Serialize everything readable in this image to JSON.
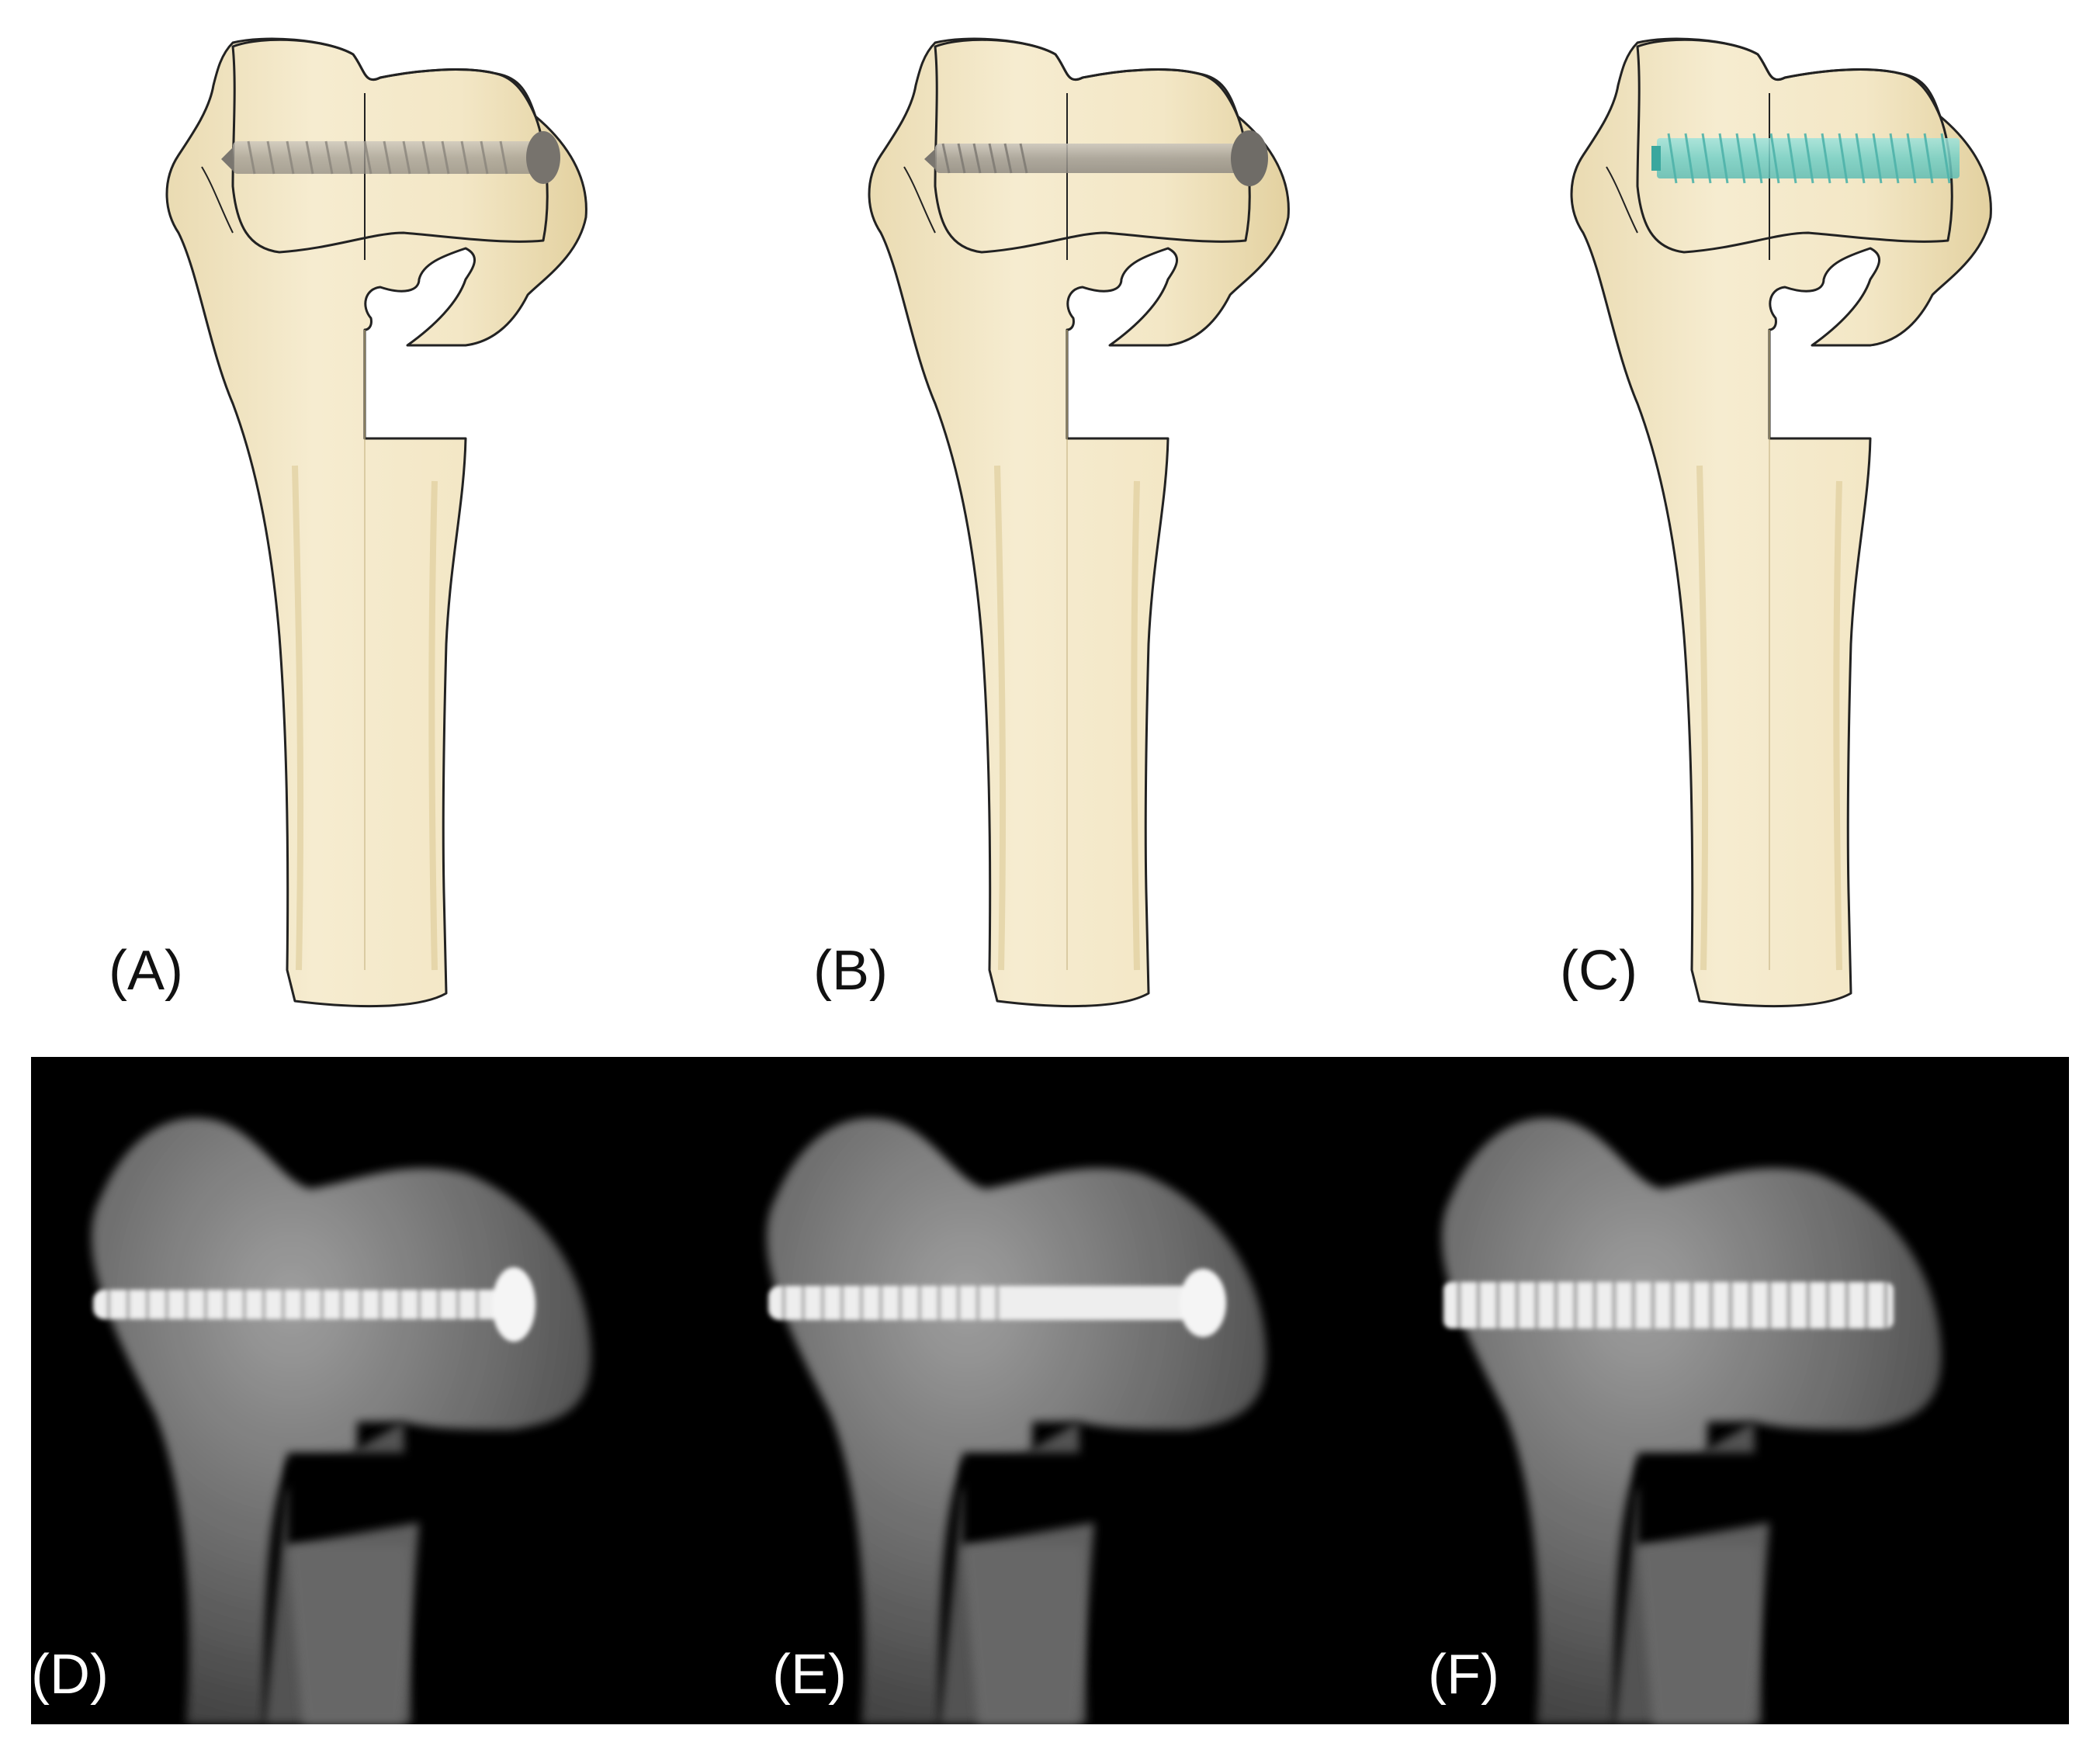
{
  "panels": {
    "a": {
      "label": "(A)",
      "screw_type": "cortical-screw"
    },
    "b": {
      "label": "(B)",
      "screw_type": "cortical-screw-shaft"
    },
    "c": {
      "label": "(C)",
      "screw_type": "cancellous-screw-teal"
    },
    "d": {
      "label": "(D)"
    },
    "e": {
      "label": "(E)"
    },
    "f": {
      "label": "(F)"
    }
  },
  "colors": {
    "bone_fill": "#f3e7c6",
    "bone_shade": "#e7d6a8",
    "bone_outline": "#222222",
    "screw_gray": "#a9a39a",
    "screw_dark": "#6e6b68",
    "screw_teal": "#7fd6cf",
    "xray_background": "#000000",
    "xray_bone": "#8a8a8a",
    "xray_screw": "#f2f2f2"
  }
}
